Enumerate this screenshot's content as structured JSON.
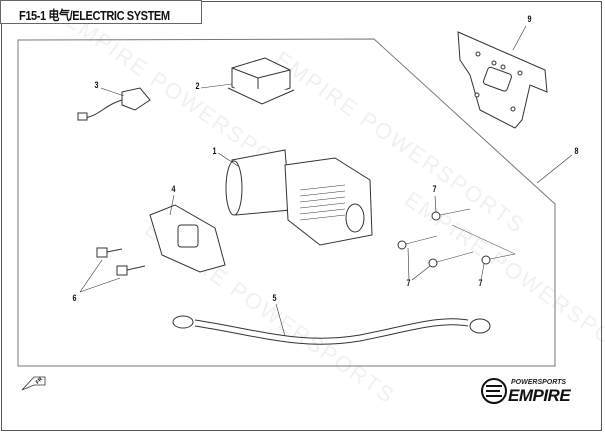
{
  "title": "F15-1 电气/ELECTRIC SYSTEM",
  "callouts": [
    "1",
    "2",
    "3",
    "4",
    "5",
    "6",
    "7",
    "7",
    "7",
    "8",
    "9"
  ],
  "logo": {
    "sub": "POWERSPORTS",
    "main": "EMPIRE"
  },
  "watermark": "EMPIRE POWERSPORTS",
  "front_marker": "FR"
}
